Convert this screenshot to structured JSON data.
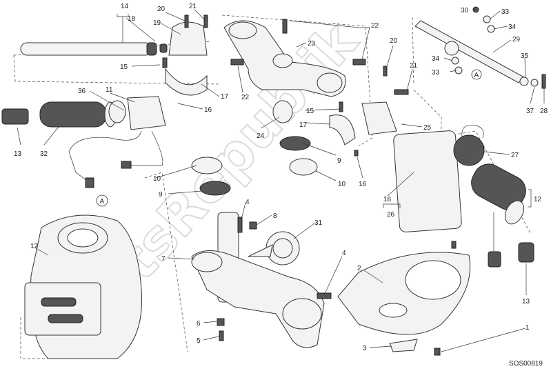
{
  "diagram": {
    "drawing_code": "SOS00819",
    "watermark": "PartsRepublik",
    "reference_marker": "A",
    "callouts": [
      "1",
      "2",
      "3",
      "4",
      "5",
      "6",
      "7",
      "8",
      "9",
      "10",
      "11",
      "12",
      "13",
      "14",
      "15",
      "16",
      "17",
      "18",
      "19",
      "20",
      "21",
      "22",
      "23",
      "24",
      "25",
      "26",
      "27",
      "28",
      "29",
      "30",
      "31",
      "32",
      "33",
      "34",
      "35",
      "36",
      "37"
    ]
  }
}
